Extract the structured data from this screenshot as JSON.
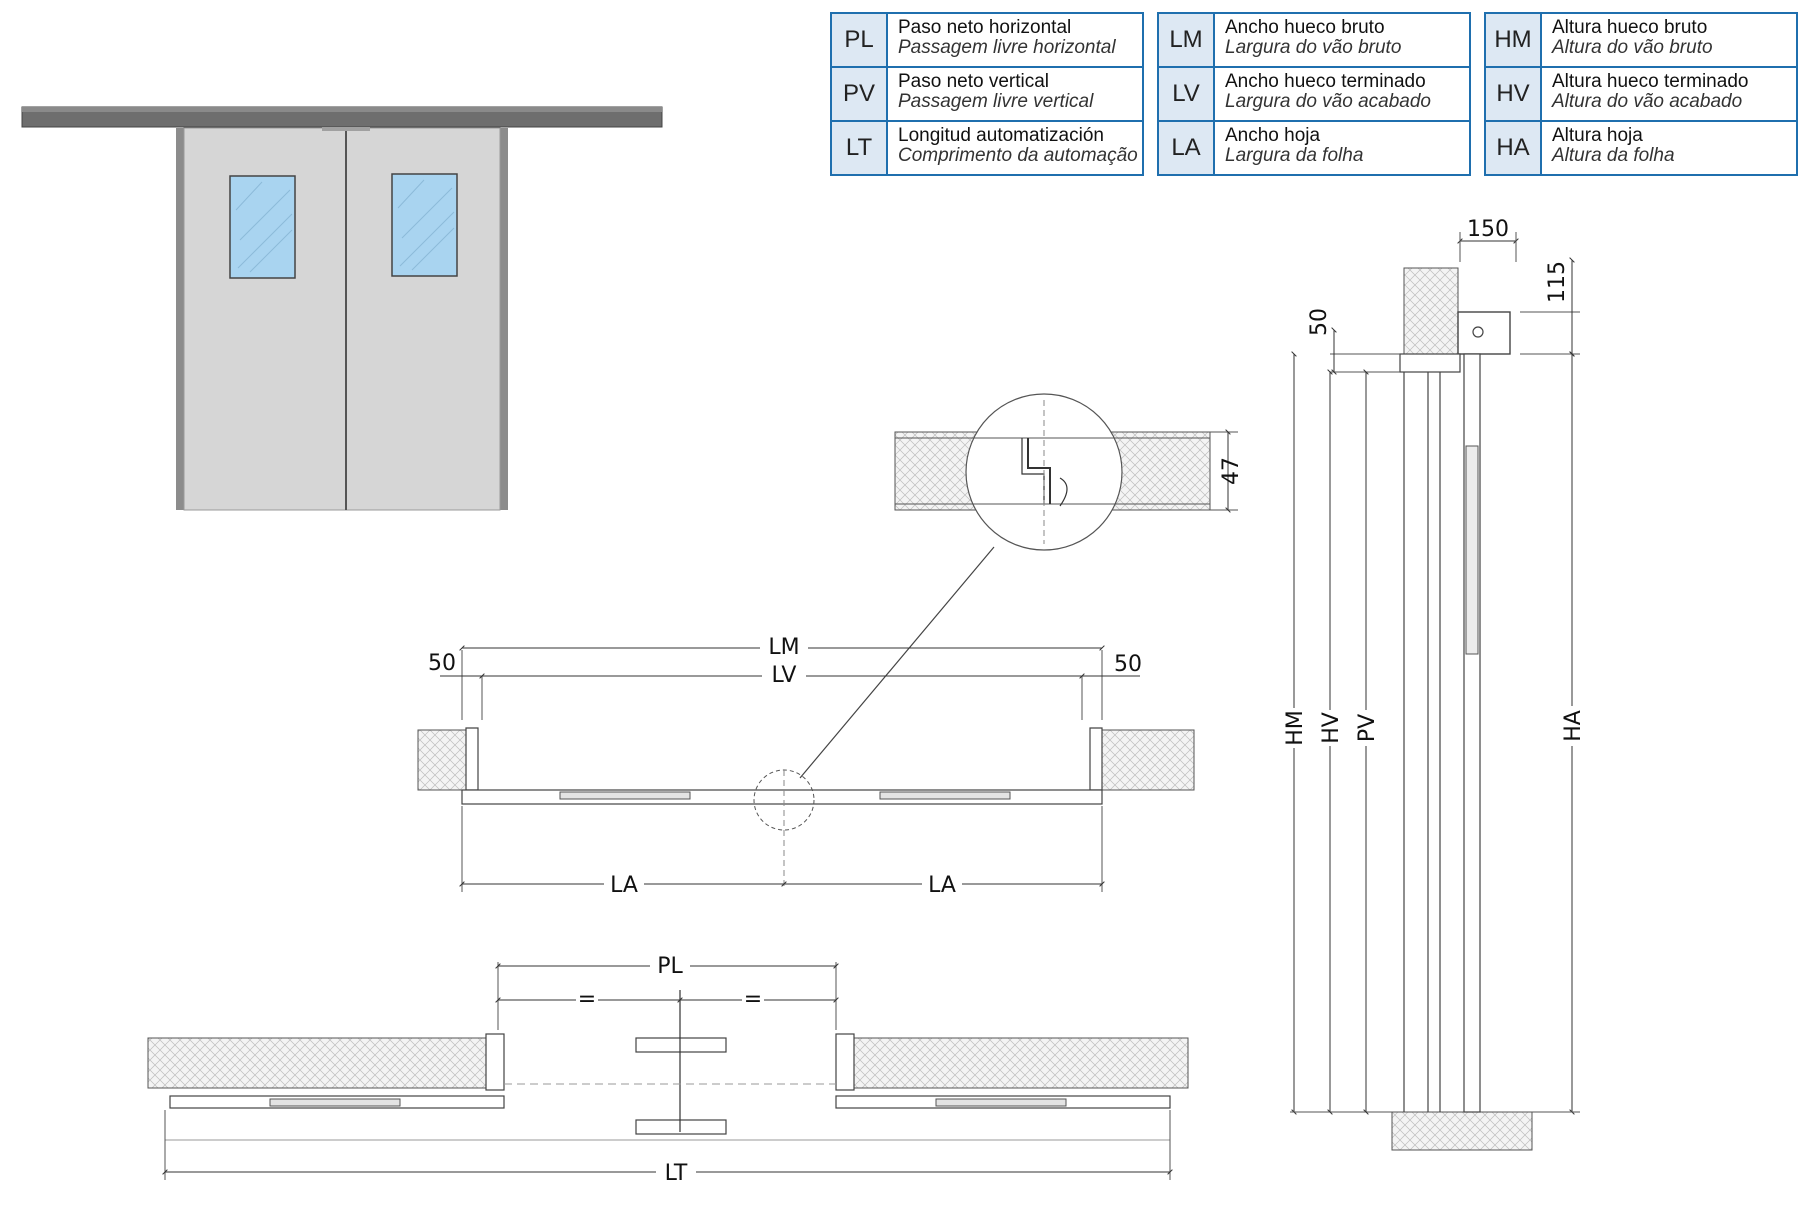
{
  "legend": [
    {
      "abbr": "PL",
      "es": "Paso neto horizontal",
      "pt": "Passagem livre horizontal"
    },
    {
      "abbr": "PV",
      "es": "Paso neto vertical",
      "pt": "Passagem livre vertical"
    },
    {
      "abbr": "LT",
      "es": "Longitud automatización",
      "pt": "Comprimento da automação"
    },
    {
      "abbr": "LM",
      "es": "Ancho hueco bruto",
      "pt": "Largura do vão bruto"
    },
    {
      "abbr": "LV",
      "es": "Ancho hueco terminado",
      "pt": "Largura do vão acabado"
    },
    {
      "abbr": "LA",
      "es": "Ancho hoja",
      "pt": "Largura da folha"
    },
    {
      "abbr": "HM",
      "es": "Altura hueco bruto",
      "pt": "Altura do vão bruto"
    },
    {
      "abbr": "HV",
      "es": "Altura hueco terminado",
      "pt": "Altura do vão acabado"
    },
    {
      "abbr": "HA",
      "es": "Altura hoja",
      "pt": "Altura da folha"
    }
  ],
  "dims": {
    "lm": "LM",
    "lv": "LV",
    "la": "LA",
    "pl": "PL",
    "lt": "LT",
    "eq": "=",
    "hm": "HM",
    "hv": "HV",
    "pv": "PV",
    "ha": "HA",
    "v50": "50",
    "v47": "47",
    "v150": "150",
    "v115": "115"
  }
}
